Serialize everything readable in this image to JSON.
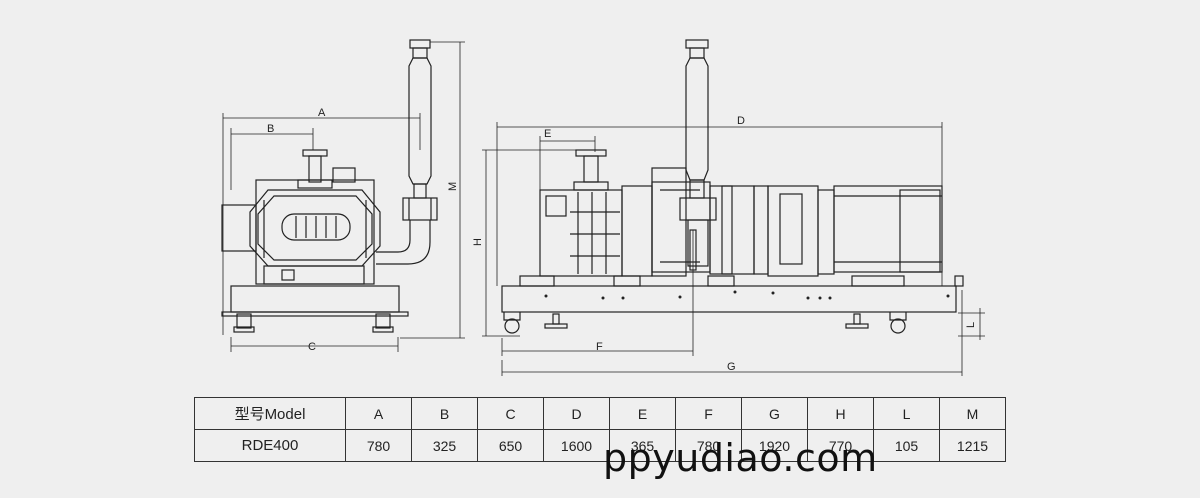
{
  "dimension_labels": {
    "A": "A",
    "B": "B",
    "C": "C",
    "D": "D",
    "E": "E",
    "F": "F",
    "G": "G",
    "H": "H",
    "L": "L",
    "M": "M"
  },
  "table": {
    "headers": [
      "型号Model",
      "A",
      "B",
      "C",
      "D",
      "E",
      "F",
      "G",
      "H",
      "L",
      "M"
    ],
    "rows": [
      [
        "RDE400",
        "780",
        "325",
        "650",
        "1600",
        "365",
        "780",
        "1920",
        "770",
        "105",
        "1215"
      ]
    ]
  },
  "watermark": "ppyudiao.com"
}
